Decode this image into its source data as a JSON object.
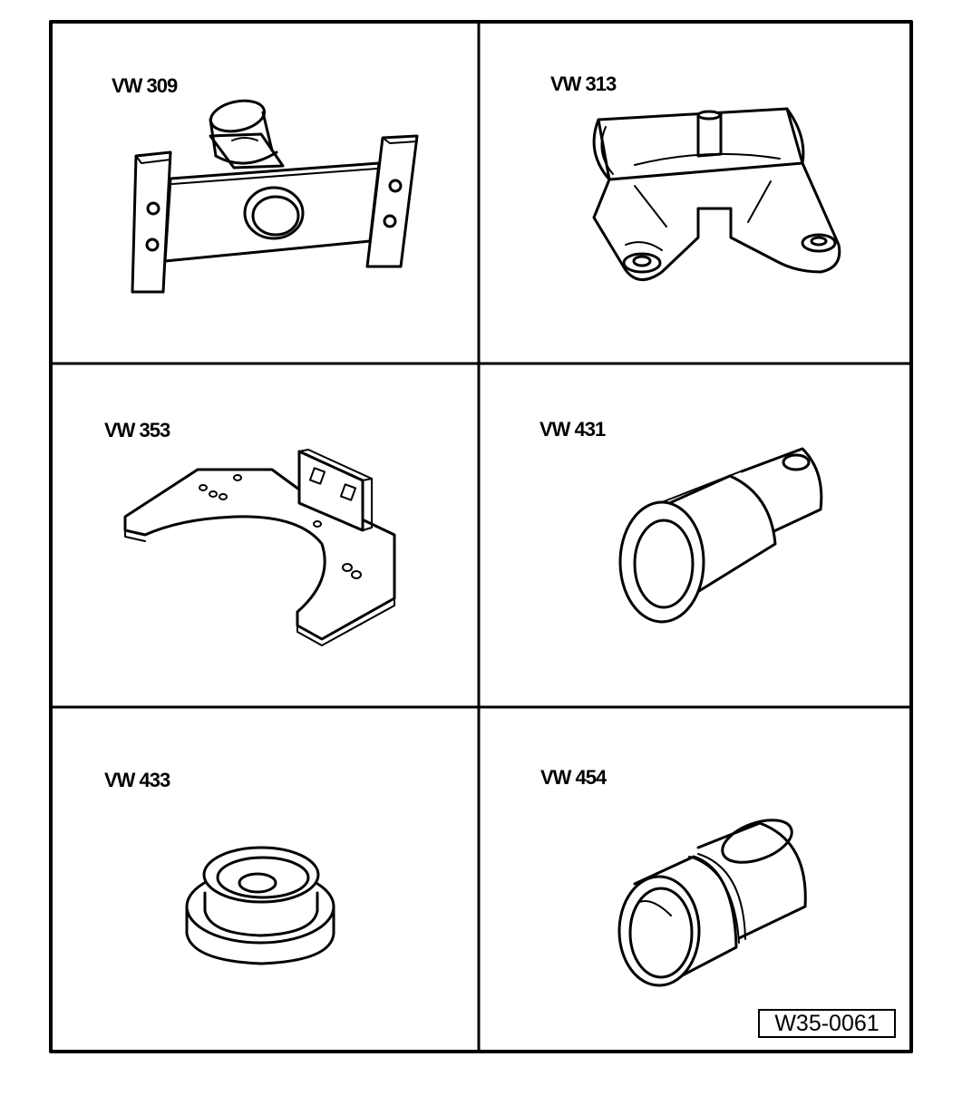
{
  "cells": [
    {
      "id": "vw309",
      "label": "VW 309"
    },
    {
      "id": "vw313",
      "label": "VW 313"
    },
    {
      "id": "vw353",
      "label": "VW 353"
    },
    {
      "id": "vw431",
      "label": "VW 431"
    },
    {
      "id": "vw433",
      "label": "VW 433"
    },
    {
      "id": "vw454",
      "label": "VW 454"
    }
  ],
  "figure_ref": "W35-0061",
  "colors": {
    "ink": "#000000",
    "paper": "#ffffff"
  }
}
